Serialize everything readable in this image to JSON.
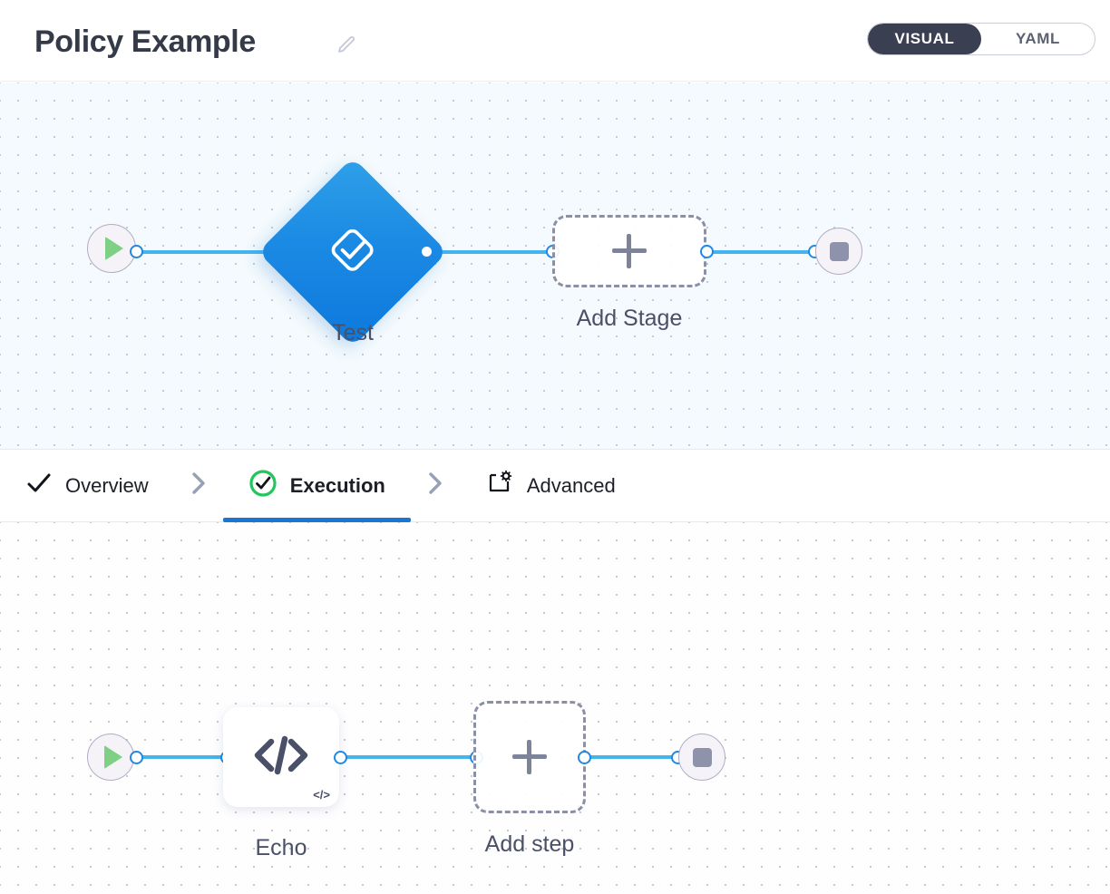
{
  "header": {
    "title": "Policy Example",
    "edit_icon": "pencil-icon",
    "view_toggle": {
      "options": [
        "VISUAL",
        "YAML"
      ],
      "selected": "VISUAL"
    }
  },
  "tabs": [
    {
      "label": "Overview",
      "icon": "checkmark-icon",
      "active": false
    },
    {
      "label": "Execution",
      "icon": "check-circle-icon",
      "active": true
    },
    {
      "label": "Advanced",
      "icon": "box-gear-icon",
      "active": false
    }
  ],
  "tab_separator_icon": "chevron-right-icon",
  "stage_graph": {
    "start_node": {
      "icon": "play-icon",
      "label": ""
    },
    "stage_node": {
      "label": "Test",
      "icon": "check-diamond-icon"
    },
    "add_node": {
      "label": "Add Stage",
      "icon": "plus-icon"
    },
    "end_node": {
      "icon": "stop-icon",
      "label": ""
    }
  },
  "step_graph": {
    "start_node": {
      "icon": "play-icon",
      "label": ""
    },
    "step_node": {
      "label": "Echo",
      "icon": "code-icon",
      "badge": "</>"
    },
    "add_node": {
      "label": "Add step",
      "icon": "plus-icon"
    },
    "end_node": {
      "icon": "stop-icon",
      "label": ""
    }
  },
  "colors": {
    "accent_blue": "#1976d2",
    "edge_blue": "#44b4ef",
    "node_blue": "#1b8ae4",
    "success_green": "#22c55e",
    "play_green": "#7ed085",
    "toggle_dark": "#3a3f51",
    "dashed_gray": "#8b90a6"
  }
}
